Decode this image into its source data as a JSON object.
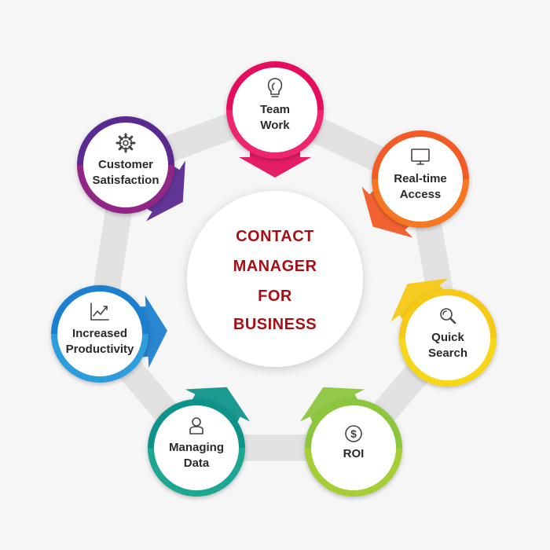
{
  "diagram": {
    "center": {
      "lines": [
        "CONTACT",
        "MANAGER",
        "FOR",
        "BUSINESS"
      ],
      "color": "#a51017"
    },
    "nodes": [
      {
        "id": "team-work",
        "lines": [
          "Team",
          "Work"
        ],
        "icon": "lightbulb-icon",
        "color": "#e4115f",
        "color2": "#f43d7c"
      },
      {
        "id": "real-time-access",
        "lines": [
          "Real-time",
          "Access"
        ],
        "icon": "monitor-icon",
        "color": "#f25a28",
        "color2": "#f7901e"
      },
      {
        "id": "quick-search",
        "lines": [
          "Quick",
          "Search"
        ],
        "icon": "magnifier-icon",
        "color": "#f5c914",
        "color2": "#f6e11b"
      },
      {
        "id": "roi",
        "lines": [
          "ROI"
        ],
        "icon": "dollar-icon",
        "color": "#8cc63e",
        "color2": "#b9d532"
      },
      {
        "id": "managing-data",
        "lines": [
          "Managing",
          "Data"
        ],
        "icon": "user-icon",
        "color": "#10938a",
        "color2": "#2cb89a"
      },
      {
        "id": "increased-productivity",
        "lines": [
          "Increased",
          "Productivity"
        ],
        "icon": "growth-chart-icon",
        "color": "#1d7fcf",
        "color2": "#3cb6e6"
      },
      {
        "id": "customer-satisfaction",
        "lines": [
          "Customer",
          "Satisfaction"
        ],
        "icon": "gear-icon",
        "color": "#5a2a91",
        "color2": "#c1227e"
      }
    ]
  }
}
